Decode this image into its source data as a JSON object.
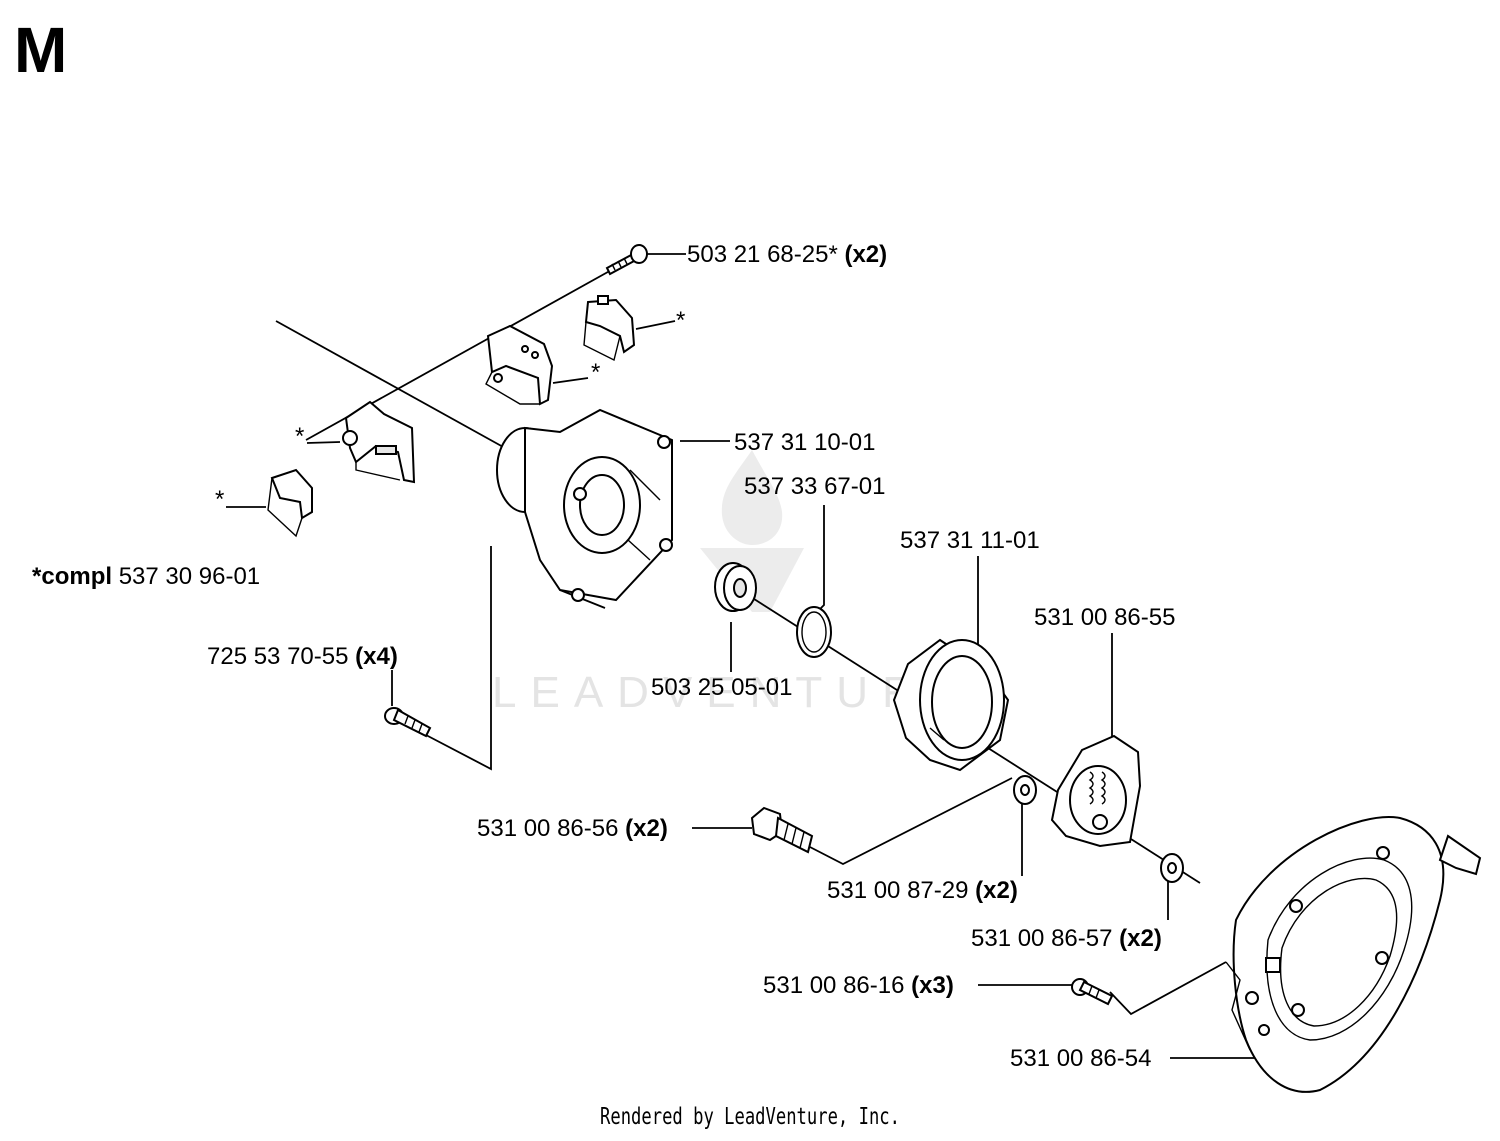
{
  "page": {
    "section_letter": "M",
    "footer": "Rendered by LeadVenture, Inc.",
    "watermark": "LEADVENTURE",
    "colors": {
      "ink": "#000000",
      "paper": "#ffffff",
      "watermark": "#e4e4e4"
    }
  },
  "labels": {
    "screw_top": {
      "part": "503 21 68-25*",
      "qty": "(x2)"
    },
    "star_a": {
      "part": "*"
    },
    "star_b": {
      "part": "*"
    },
    "star_c": {
      "part": "*"
    },
    "star_d": {
      "part": "*"
    },
    "kit": {
      "prefix": "*compl",
      "part": "537 30 96-01"
    },
    "gear_housing": {
      "part": "537 31 10-01"
    },
    "ring": {
      "part": "537 33 67-01"
    },
    "clutch_drum": {
      "part": "537 31 11-01"
    },
    "clutch_shoes": {
      "part": "531 00 86-55"
    },
    "screw_left": {
      "part": "725 53 70-55",
      "qty": "(x4)"
    },
    "bearing": {
      "part": "503 25 05-01"
    },
    "bolt": {
      "part": "531 00 86-56",
      "qty": "(x2)"
    },
    "washer_a": {
      "part": "531 00 87-29",
      "qty": "(x2)"
    },
    "washer_b": {
      "part": "531 00 86-57",
      "qty": "(x2)"
    },
    "screw_cover": {
      "part": "531 00 86-16",
      "qty": "(x3)"
    },
    "cover": {
      "part": "531 00 86-54"
    }
  }
}
